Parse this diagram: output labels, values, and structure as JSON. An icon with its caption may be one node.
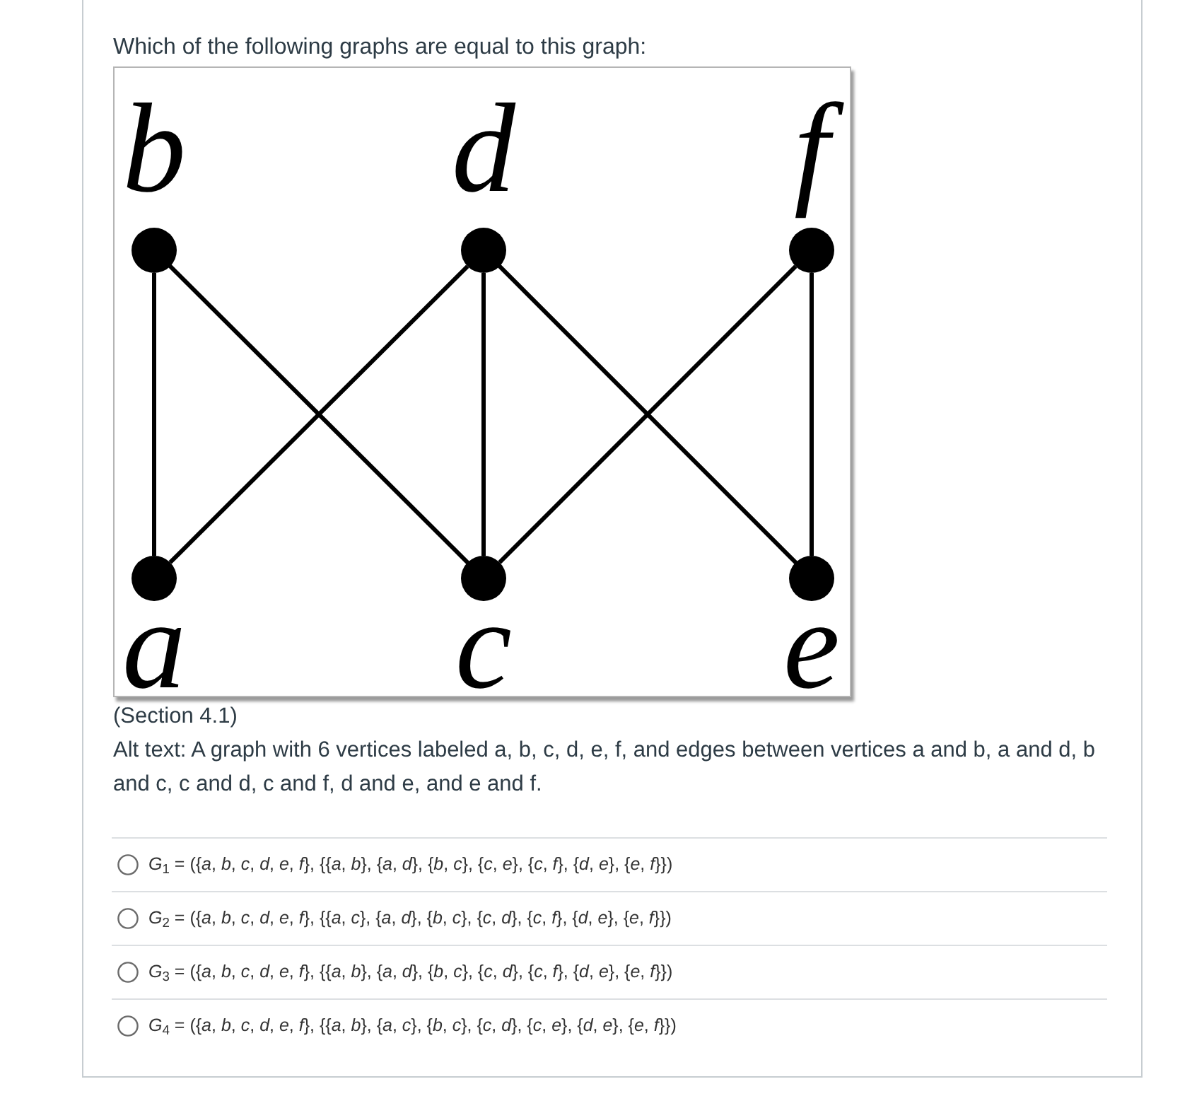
{
  "diagram": {
    "title": "Which of the following graphs are equal to this graph:",
    "nodes": [
      {
        "text": [],
        "shape": "circle",
        "beside": [
          "b"
        ]
      },
      {
        "text": [],
        "shape": "circle",
        "beside": [
          "d"
        ]
      },
      {
        "text": [],
        "shape": "circle",
        "beside": [
          "f"
        ]
      },
      {
        "text": [],
        "shape": "circle",
        "beside": [
          "a"
        ]
      },
      {
        "text": [],
        "shape": "circle",
        "beside": [
          "c"
        ]
      },
      {
        "text": [],
        "shape": "circle",
        "beside": [
          "e"
        ]
      }
    ],
    "edges": [
      {
        "from": 3,
        "to": 0,
        "arrow": "none"
      },
      {
        "from": 3,
        "to": 1,
        "arrow": "none"
      },
      {
        "from": 0,
        "to": 4,
        "arrow": "none"
      },
      {
        "from": 4,
        "to": 1,
        "arrow": "none"
      },
      {
        "from": 4,
        "to": 2,
        "arrow": "none"
      },
      {
        "from": 1,
        "to": 5,
        "arrow": "none"
      },
      {
        "from": 5,
        "to": 2,
        "arrow": "none"
      }
    ],
    "labels": [
      "(Section 4.1)",
      "Alt text: A graph with 6 vertices labeled a, b, c, d, e, f, and edges between vertices a and b, a and d, b and c, c and d, c and f, d and e, and e and f.",
      "*G*$_{1}$ = ({*a*, *b*, *c*, *d*, *e*, *f*}, {{*a*, *b*}, {*a*, *d*}, {*b*, *c*}, {*c*, *e*}, {*c*, *f*}, {*d*, *e*}, {*e*, *f*}})",
      "*G*$_{2}$ = ({*a*, *b*, *c*, *d*, *e*, *f*}, {{*a*, *c*}, {*a*, *d*}, {*b*, *c*}, {*c*, *d*}, {*c*, *f*}, {*d*, *e*}, {*e*, *f*}})",
      "*G*$_{3}$ = ({*a*, *b*, *c*, *d*, *e*, *f*}, {{*a*, *b*}, {*a*, *d*}, {*b*, *c*}, {*c*, *d*}, {*c*, *f*}, {*d*, *e*}, {*e*, *f*}})",
      "*G*$_{4}$ = ({*a*, *b*, *c*, *d*, *e*, *f*}, {{*a*, *b*}, {*a*, *c*}, {*b*, *c*}, {*c*, *d*}, {*c*, *e*}, {*d*, *e*}, {*e*, *f*}})"
    ]
  }
}
